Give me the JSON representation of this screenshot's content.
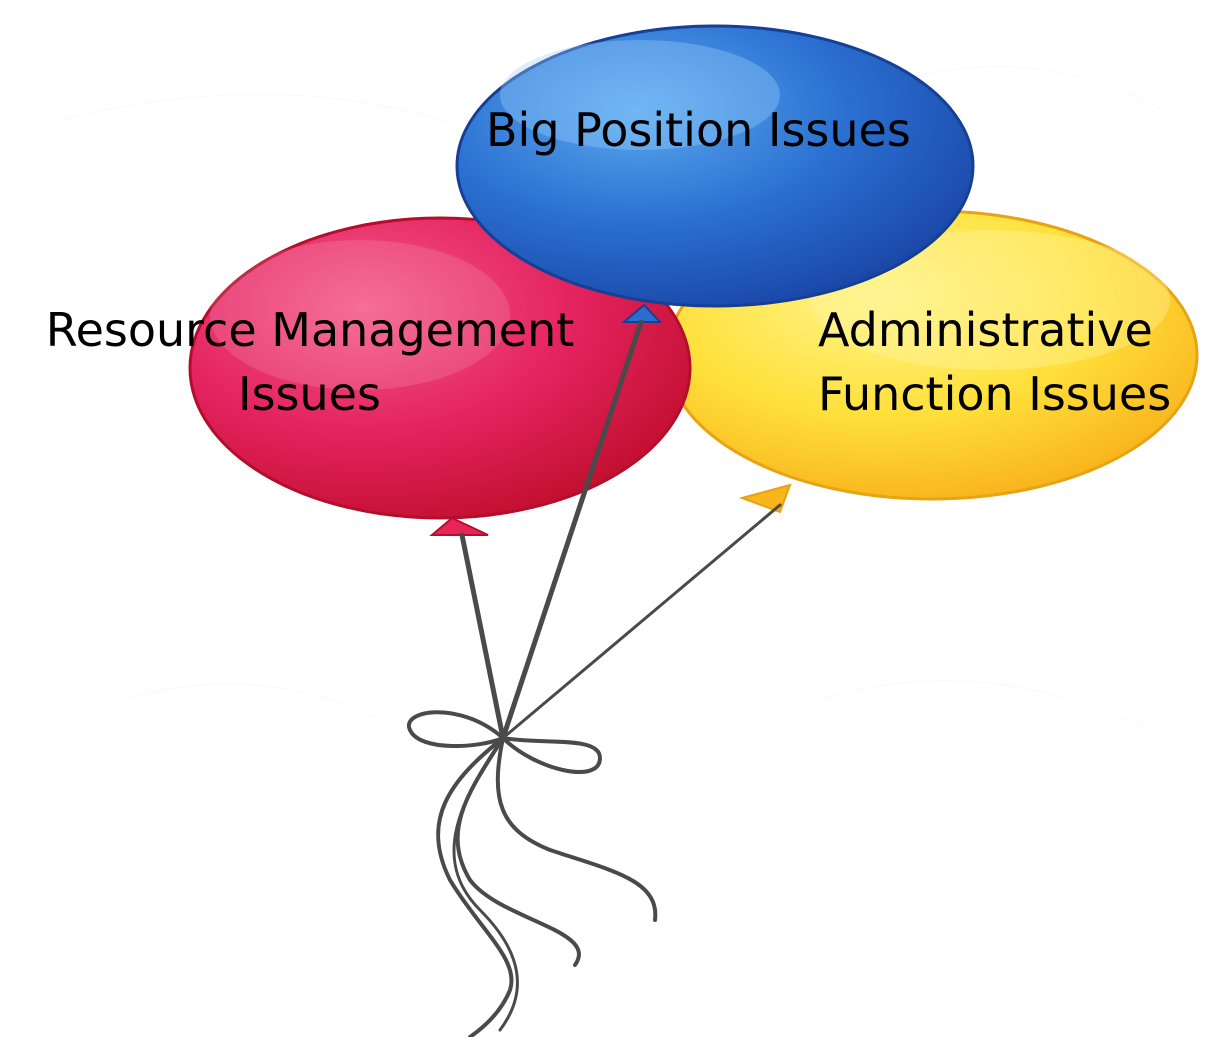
{
  "balloons": [
    {
      "id": "top",
      "color": "#1f5fc2",
      "lines": [
        "Big Position Issues"
      ]
    },
    {
      "id": "left",
      "color": "#e0194e",
      "lines": [
        "Resource Management",
        "Issues"
      ]
    },
    {
      "id": "right",
      "color": "#ffd21e",
      "lines": [
        "Administrative",
        "Function Issues"
      ]
    }
  ],
  "colors": {
    "string": "#4a4a4a",
    "background": "#ffffff"
  }
}
